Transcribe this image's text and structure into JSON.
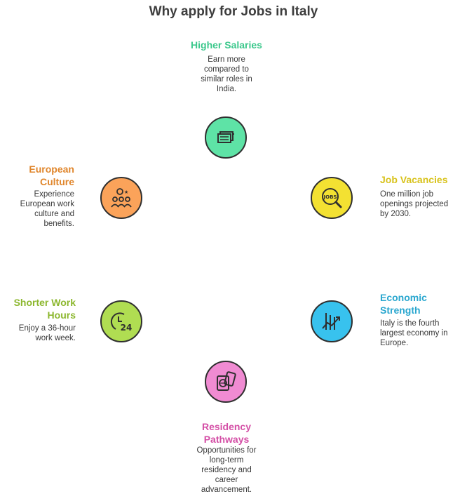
{
  "title": "Why apply for Jobs in Italy",
  "items": [
    {
      "heading": "Higher Salaries",
      "desc": "Earn more compared to similar roles in India.",
      "color": "#3cc88c",
      "fill": "#5ee3a6",
      "icon": "money-icon"
    },
    {
      "heading": "Job Vacancies",
      "desc": "One million job openings projected by 2030.",
      "color": "#d8c21a",
      "fill": "#f3e132",
      "icon": "jobs-search-icon"
    },
    {
      "heading": "Economic Strength",
      "desc": "Italy is the fourth largest economy in Europe.",
      "color": "#2aa7cf",
      "fill": "#38c2ee",
      "icon": "growth-chart-icon"
    },
    {
      "heading": "Residency Pathways",
      "desc": "Opportunities for long-term residency and career advancement.",
      "color": "#d44fa6",
      "fill": "#f08bd2",
      "icon": "passport-icon"
    },
    {
      "heading": "Shorter Work Hours",
      "desc": "Enjoy a 36-hour work week.",
      "color": "#8cb72e",
      "fill": "#b0dd52",
      "icon": "clock-24-icon"
    },
    {
      "heading": "European Culture",
      "desc": "Experience European work culture and benefits.",
      "color": "#e0862c",
      "fill": "#fba35a",
      "icon": "people-culture-icon"
    }
  ]
}
